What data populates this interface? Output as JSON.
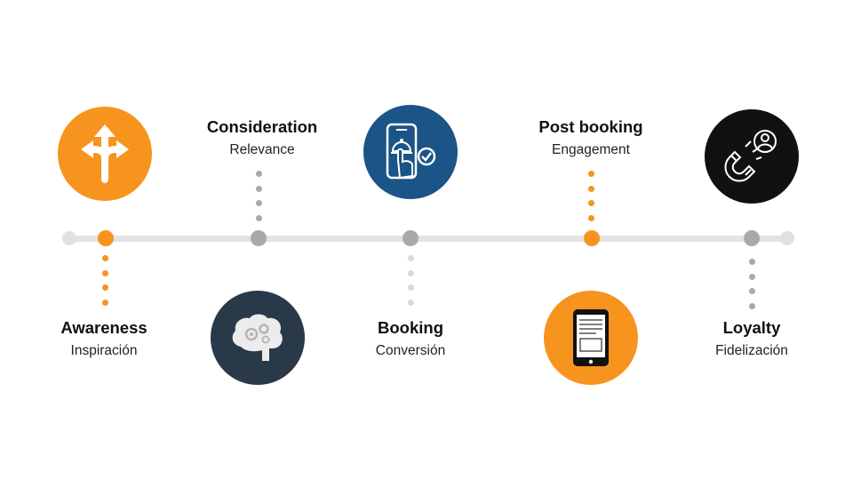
{
  "colors": {
    "orange": "#f7941d",
    "navy": "#1b5486",
    "slate": "#29394a",
    "black": "#111111",
    "gray": "#a9a9a9",
    "light_gray": "#d6d6d6",
    "track": "#e3e3e3"
  },
  "stages": [
    {
      "id": "awareness",
      "title": "Awareness",
      "subtitle": "Inspiración",
      "icon": "split-arrows-icon"
    },
    {
      "id": "consideration",
      "title": "Consideration",
      "subtitle": "Relevance",
      "icon": "brain-gears-icon"
    },
    {
      "id": "booking",
      "title": "Booking",
      "subtitle": "Conversión",
      "icon": "phone-booking-icon"
    },
    {
      "id": "post-booking",
      "title": "Post booking",
      "subtitle": "Engagement",
      "icon": "tablet-icon"
    },
    {
      "id": "loyalty",
      "title": "Loyalty",
      "subtitle": "Fidelización",
      "icon": "magnet-user-icon"
    }
  ]
}
